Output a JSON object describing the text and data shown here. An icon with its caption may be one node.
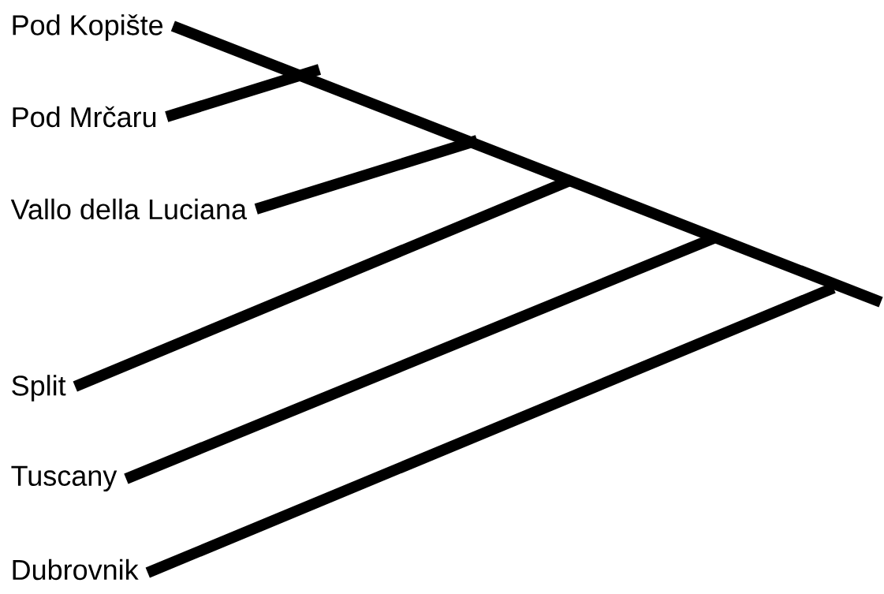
{
  "diagram": {
    "nodes": [
      {
        "text": [
          "Pod Kopište"
        ]
      },
      {
        "text": [
          "Pod Mrčaru"
        ]
      },
      {
        "text": [
          "Vallo della Luciana"
        ]
      },
      {
        "text": [
          "Split"
        ]
      },
      {
        "text": [
          "Tuscany"
        ]
      },
      {
        "text": [
          "Dubrovnik"
        ]
      }
    ],
    "edges": [
      {
        "from": 0,
        "to": null,
        "arrow": "none"
      },
      {
        "from": 1,
        "to": null,
        "arrow": "none"
      },
      {
        "from": 2,
        "to": null,
        "arrow": "none"
      },
      {
        "from": 3,
        "to": null,
        "arrow": "none"
      },
      {
        "from": 4,
        "to": null,
        "arrow": "none"
      },
      {
        "from": 5,
        "to": null,
        "arrow": "none"
      }
    ]
  }
}
